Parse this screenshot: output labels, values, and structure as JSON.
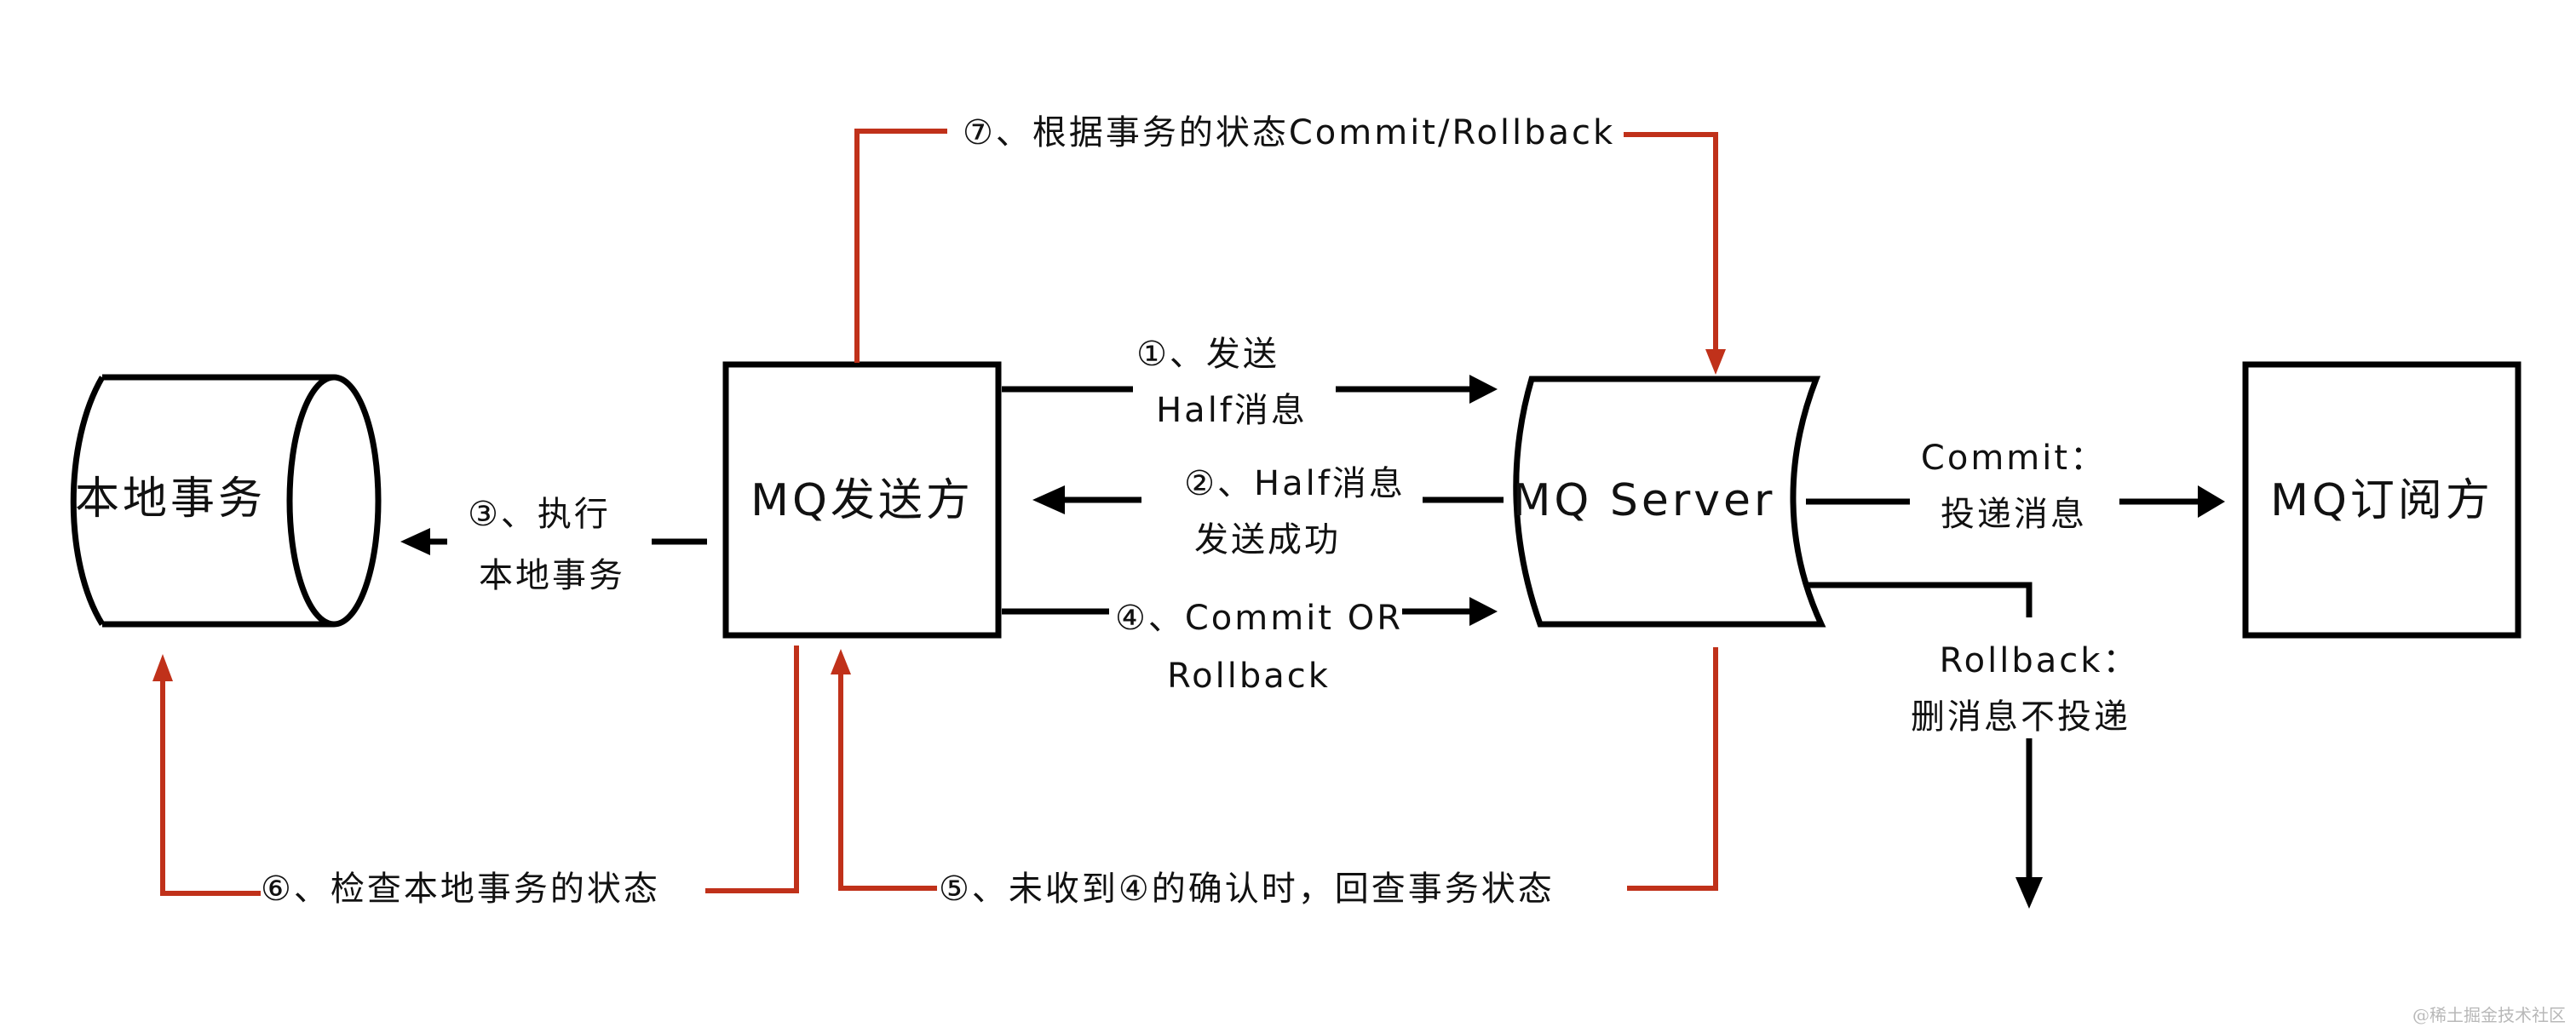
{
  "colors": {
    "black": "#000000",
    "red": "#c0311a",
    "background": "#ffffff",
    "watermark": "#b8b8b8"
  },
  "nodes": {
    "local_tx": "本地事务",
    "producer": "MQ发送方",
    "server": "MQ Server",
    "consumer": "MQ订阅方"
  },
  "steps": {
    "step1_line1": "①、发送",
    "step1_line2": "Half消息",
    "step2_line1": "②、Half消息",
    "step2_line2": "发送成功",
    "step3_line1": "③、执行",
    "step3_line2": "本地事务",
    "step4_line1": "④、Commit OR",
    "step4_line2": "Rollback",
    "step5": "⑤、未收到④的确认时，回查事务状态",
    "step6": "⑥、检查本地事务的状态",
    "step7": "⑦、根据事务的状态Commit/Rollback"
  },
  "outcomes": {
    "commit_line1": "Commit：",
    "commit_line2": "投递消息",
    "rollback_line1": "Rollback：",
    "rollback_line2": "删消息不投递"
  },
  "icons": {
    "arrow": "arrowhead-triangle"
  },
  "watermark": "@稀土掘金技术社区"
}
